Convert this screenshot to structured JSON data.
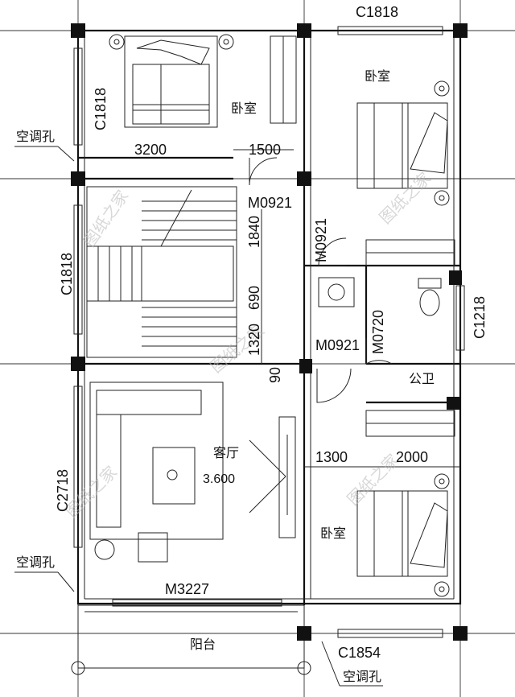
{
  "rooms": {
    "bedroom_nw": "卧室",
    "bedroom_ne": "卧室",
    "bedroom_se": "卧室",
    "living": "客厅",
    "living_level": "3.600",
    "bathroom": "公卫",
    "balcony": "阳台"
  },
  "openings": {
    "window_top_right": "C1818",
    "window_left_top": "C1818",
    "window_left_stair": "C1818",
    "window_left_living": "C2718",
    "window_right_bath": "C1218",
    "window_bottom_right": "C1854",
    "door_bedroom_nw": "M0921",
    "door_bedroom_ne": "M0921",
    "door_bath": "M0921",
    "door_bath_inner": "M0720",
    "door_balcony": "M3227"
  },
  "dimensions": {
    "d3200": "3200",
    "d1500": "1500",
    "d1840": "1840",
    "d690": "690",
    "d1320": "1320",
    "d90": "90",
    "d1300": "1300",
    "d2000": "2000"
  },
  "ac_holes": {
    "upper_left": "空调孔",
    "lower_left": "空调孔",
    "bottom_right": "空调孔"
  },
  "watermark": "图纸之家"
}
